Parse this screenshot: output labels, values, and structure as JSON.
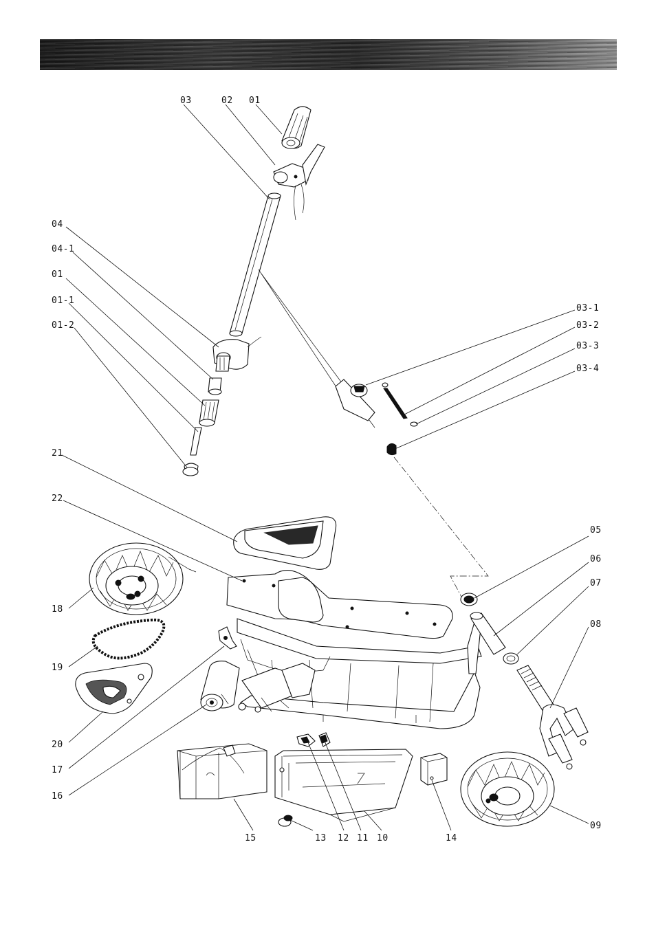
{
  "diagram": {
    "labels": {
      "l01_top": "01",
      "l02": "02",
      "l03": "03",
      "l04": "04",
      "l04_1": "04-1",
      "l01_left": "01",
      "l01_1": "01-1",
      "l01_2": "01-2",
      "l03_1": "03-1",
      "l03_2": "03-2",
      "l03_3": "03-3",
      "l03_4": "03-4",
      "l21": "21",
      "l22": "22",
      "l05": "05",
      "l06": "06",
      "l07": "07",
      "l08": "08",
      "l18": "18",
      "l19": "19",
      "l20": "20",
      "l17": "17",
      "l16": "16",
      "l15": "15",
      "l13": "13",
      "l12": "12",
      "l11": "11",
      "l10": "10",
      "l14": "14",
      "l09": "09"
    }
  }
}
